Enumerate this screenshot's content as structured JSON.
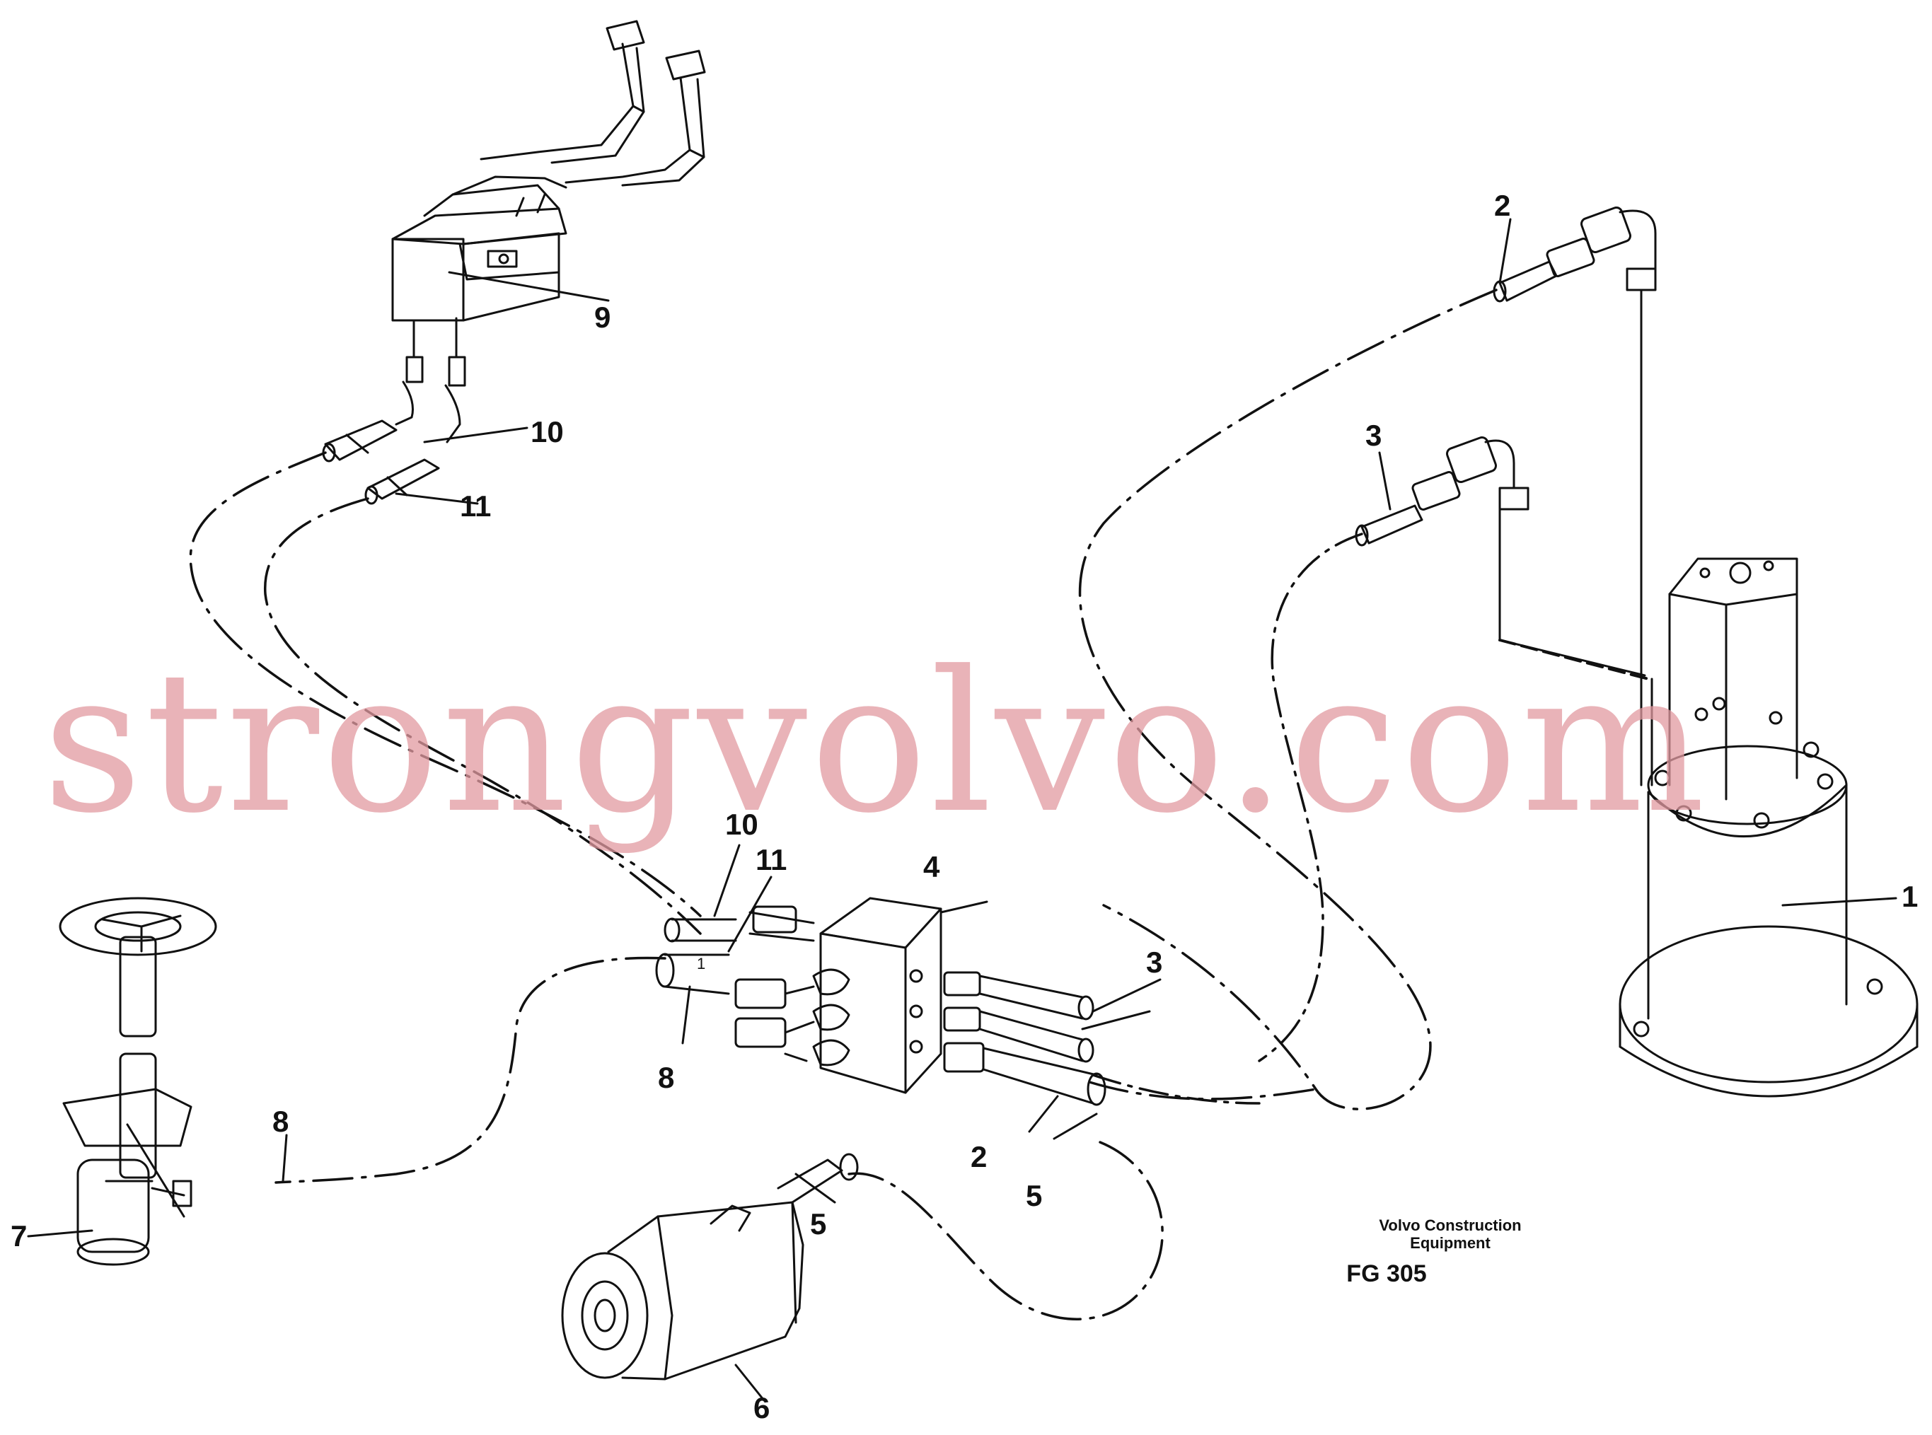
{
  "watermark": "strongvolvo.com",
  "caption": {
    "line1": "Volvo Construction",
    "line2": "Equipment",
    "code": "FG 305"
  },
  "callouts": {
    "c1": "1",
    "c2_top": "2",
    "c2_bottom": "2",
    "c3_top": "3",
    "c3_bottom": "3",
    "c4": "4",
    "c5_right": "5",
    "c5_motor": "5",
    "c6": "6",
    "c7": "7",
    "c8_pipe": "8",
    "c8_hose": "8",
    "c9": "9",
    "c10_top": "10",
    "c10_mid": "10",
    "c11_top": "11",
    "c11_mid": "11"
  },
  "hose_marker": "1"
}
